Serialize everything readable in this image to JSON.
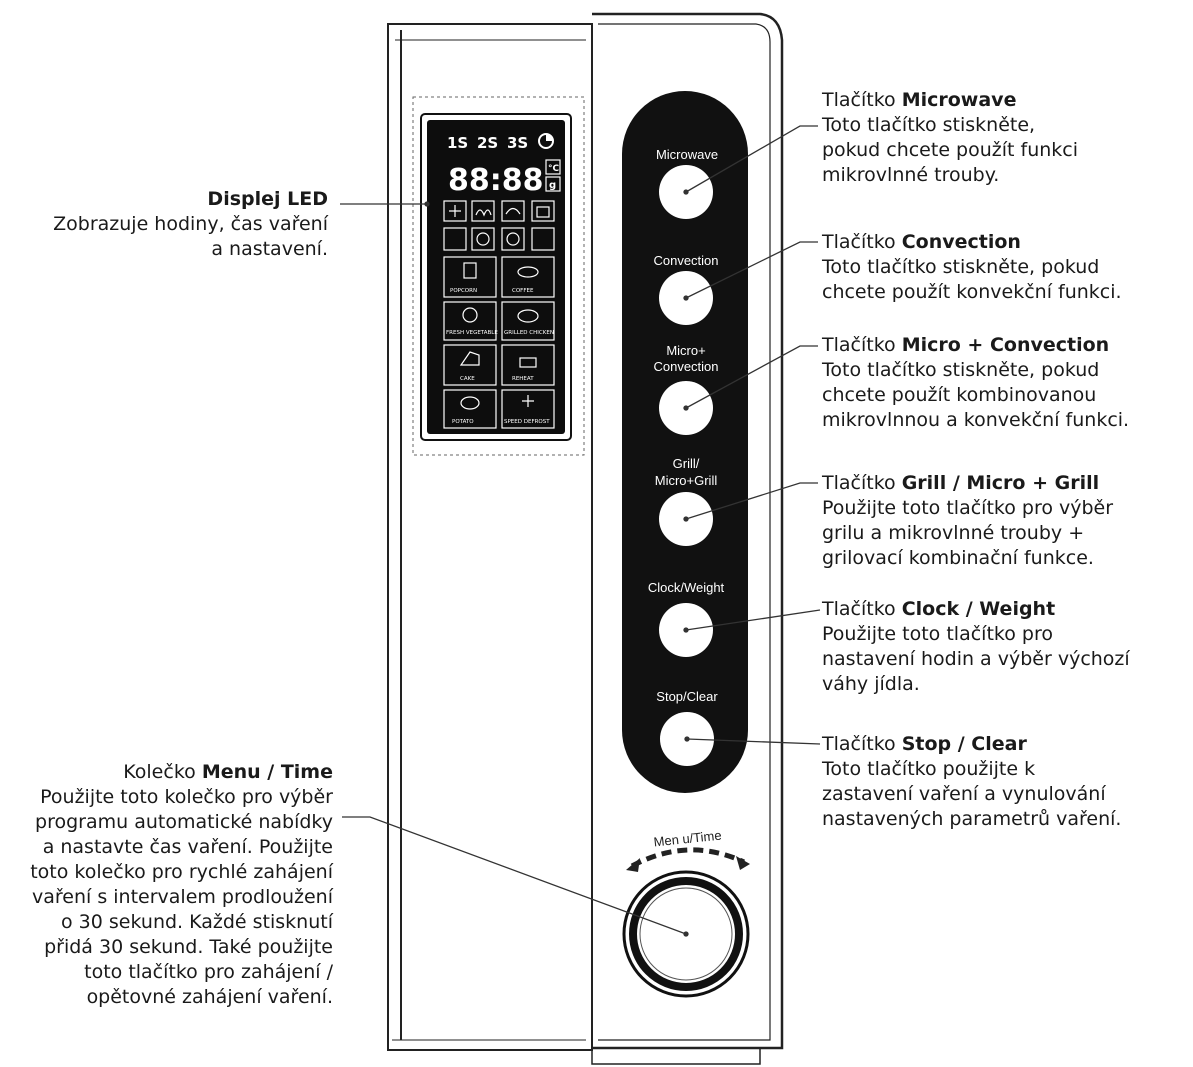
{
  "display_callout": {
    "title": "Displej LED",
    "lines": [
      "Zobrazuje hodiny, čas vaření",
      "a nastavení."
    ]
  },
  "lcd": {
    "program_1": "1S",
    "program_2": "2S",
    "program_3": "3S",
    "digits": "88:88",
    "unit_c": "°C",
    "unit_g": "g",
    "food_items": [
      "POPCORN",
      "COFFEE",
      "FRESH VEGETABLE",
      "GRILLED CHICKEN",
      "CAKE",
      "REHEAT",
      "POTATO",
      "SPEED DEFROST"
    ]
  },
  "buttons": {
    "microwave": "Microwave",
    "convection": "Convection",
    "micro_conv_1": "Micro+",
    "micro_conv_2": "Convection",
    "grill_1": "Grill/",
    "grill_2": "Micro+Grill",
    "clock": "Clock/Weight",
    "stop": "Stop/Clear",
    "dial": "Men u/Time"
  },
  "callouts": {
    "microwave": {
      "prefix": "Tlačítko ",
      "name": "Microwave",
      "lines": [
        "Toto tlačítko stiskněte,",
        "pokud chcete použít funkci",
        "mikrovlnné trouby."
      ]
    },
    "convection": {
      "prefix": "Tlačítko ",
      "name": "Convection",
      "lines": [
        "Toto tlačítko stiskněte, pokud",
        "chcete použít konvekční funkci."
      ]
    },
    "micro_conv": {
      "prefix": "Tlačítko ",
      "name": "Micro + Convection",
      "lines": [
        "Toto tlačítko stiskněte, pokud",
        "chcete použít kombinovanou",
        "mikrovlnnou a konvekční funkci."
      ]
    },
    "grill": {
      "prefix": "Tlačítko ",
      "name": "Grill / Micro + Grill",
      "lines": [
        "Použijte toto tlačítko pro výběr",
        "grilu a mikrovlnné trouby +",
        "grilovací kombinační funkce."
      ]
    },
    "clock": {
      "prefix": "Tlačítko ",
      "name": "Clock / Weight",
      "lines": [
        "Použijte toto tlačítko pro",
        "nastavení hodin a výběr výchozí",
        "váhy jídla."
      ]
    },
    "stop": {
      "prefix": "Tlačítko ",
      "name": "Stop / Clear",
      "lines": [
        "Toto tlačítko použijte k",
        "zastavení vaření a vynulování",
        "nastavených parametrů vaření."
      ]
    }
  },
  "dial_callout": {
    "prefix": "Kolečko ",
    "name": "Menu / Time",
    "lines": [
      "Použijte toto kolečko pro výběr",
      "programu automatické nabídky",
      "a nastavte čas vaření. Použijte",
      "toto kolečko pro rychlé zahájení",
      "vaření s intervalem prodloužení",
      "o 30 sekund. Každé stisknutí",
      "přidá 30 sekund. Také použijte",
      "toto tlačítko  pro zahájení /",
      "opětovné zahájení vaření."
    ]
  }
}
